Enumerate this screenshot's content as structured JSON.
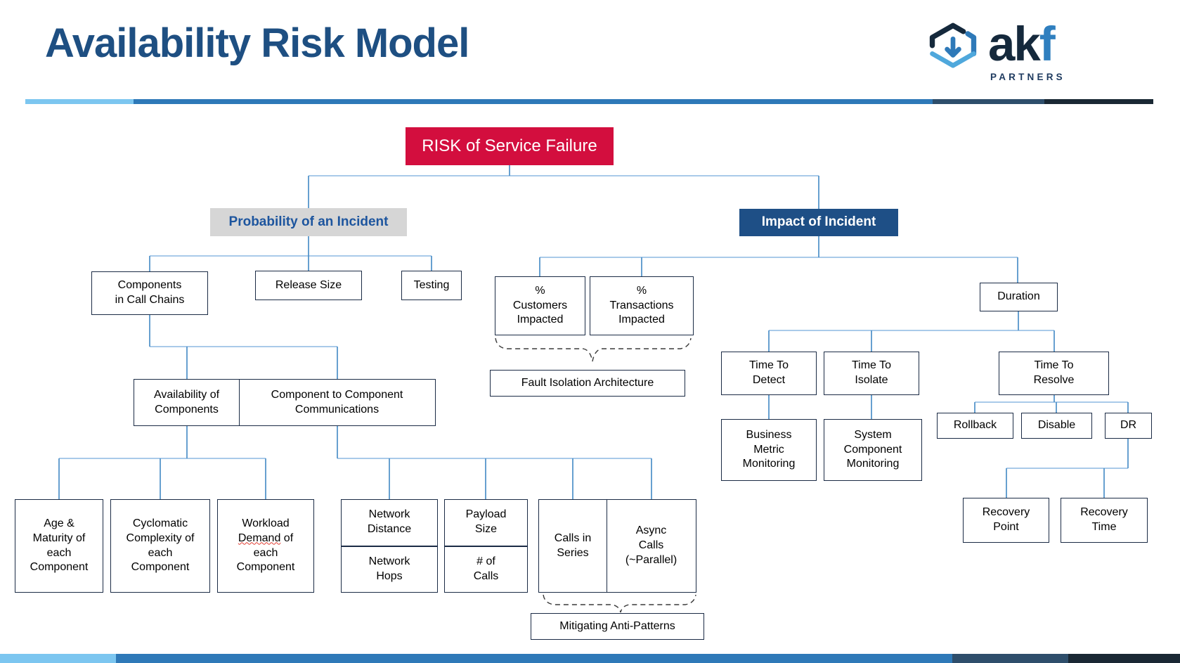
{
  "header": {
    "title": "Availability Risk Model",
    "logo": {
      "brand_ak": "ak",
      "brand_f": "f",
      "subtext": "PARTNERS"
    }
  },
  "colors": {
    "title_blue": "#1E4F82",
    "risk_red": "#D30E3E",
    "impact_navy": "#1E4F86",
    "probability_gray": "#D6D6D6",
    "probability_text_blue": "#1D559E",
    "box_border_navy": "#1B2B45",
    "connector_light": "#9DC3E6",
    "connector_medium": "#4C8FC7",
    "divider_segments": [
      "#7CC6F0",
      "#2E79B8",
      "#2E4E6B",
      "#1A2834"
    ]
  },
  "diagram": {
    "nodes": {
      "risk": {
        "label": "RISK of Service Failure"
      },
      "probability": {
        "label": "Probability of an Incident"
      },
      "impact": {
        "label": "Impact of Incident"
      },
      "components": {
        "label": "Components\nin Call Chains"
      },
      "release": {
        "label": "Release Size"
      },
      "testing": {
        "label": "Testing"
      },
      "pct_customers": {
        "label": "%\nCustomers\nImpacted"
      },
      "pct_transactions": {
        "label": "%\nTransactions\nImpacted"
      },
      "fault_isolation": {
        "label": "Fault Isolation Architecture"
      },
      "duration": {
        "label": "Duration"
      },
      "availability": {
        "label": "Availability of\nComponents"
      },
      "c2c": {
        "label": "Component to Component\nCommunications"
      },
      "age": {
        "label": "Age &\nMaturity of\neach\nComponent"
      },
      "cyclomatic": {
        "label": "Cyclomatic\nComplexity of\neach\nComponent"
      },
      "workload": {
        "line1": "Workload",
        "misspelled": "Demand",
        "line2_rest": " of",
        "line3": "each",
        "line4": "Component"
      },
      "network": {
        "top": "Network\nDistance",
        "bottom": "Network\nHops"
      },
      "payload": {
        "top": "Payload\nSize",
        "bottom": "# of\nCalls"
      },
      "calls_series": {
        "label": "Calls in\nSeries"
      },
      "async_calls": {
        "label": "Async\nCalls\n(~Parallel)"
      },
      "mitigating": {
        "label": "Mitigating Anti-Patterns"
      },
      "ttd": {
        "label": "Time To\nDetect"
      },
      "tti": {
        "label": "Time To\nIsolate"
      },
      "ttr": {
        "label": "Time To\nResolve"
      },
      "bmm": {
        "label": "Business\nMetric\nMonitoring"
      },
      "scm": {
        "label": "System\nComponent\nMonitoring"
      },
      "rollback": {
        "label": "Rollback"
      },
      "disable": {
        "label": "Disable"
      },
      "dr": {
        "label": "DR"
      },
      "recovery_point": {
        "label": "Recovery\nPoint"
      },
      "recovery_time": {
        "label": "Recovery\nTime"
      }
    }
  }
}
